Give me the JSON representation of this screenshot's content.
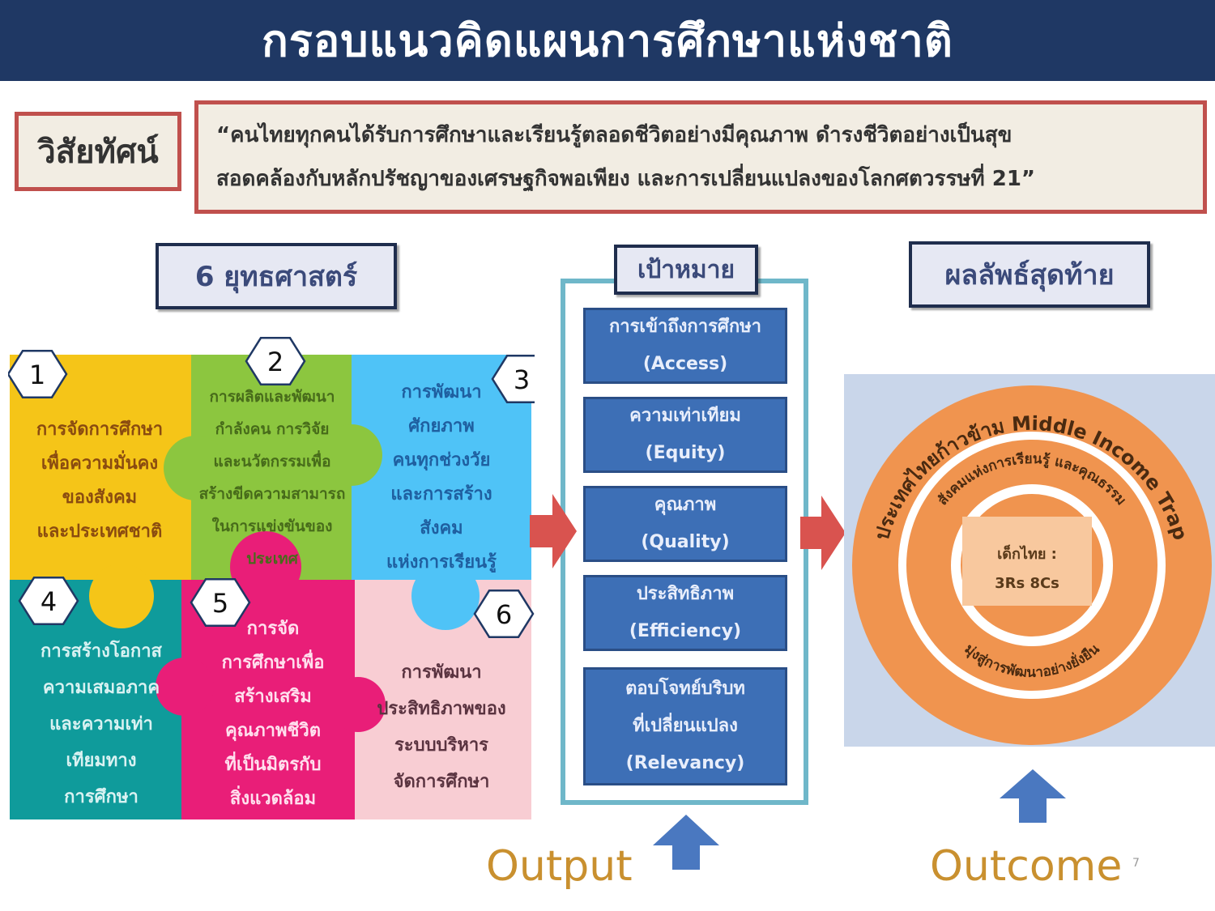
{
  "title": "กรอบแนวคิดแผนการศึกษาแห่งชาติ",
  "vision": {
    "label": "วิสัยทัศน์",
    "line1": "“คนไทยทุกคนได้รับการศึกษาและเรียนรู้ตลอดชีวิตอย่างมีคุณภาพ ดำรงชีวิตอย่างเป็นสุข",
    "line2": "สอดคล้องกับหลักปรัชญาของเศรษฐกิจพอเพียง และการเปลี่ยนแปลงของโลกศตวรรษที่ 21”"
  },
  "strategies": {
    "header": "6 ยุทธศาสตร์",
    "items": [
      {
        "number": "1",
        "color": "#f5c518",
        "lines": [
          "การจัดการศึกษา",
          "เพื่อความมั่นคง",
          "ของสังคม",
          "และประเทศชาติ"
        ]
      },
      {
        "number": "2",
        "color": "#8cc63f",
        "lines": [
          "การผลิตและพัฒนา",
          "กำลังคน การวิจัย",
          "และนวัตกรรมเพื่อ",
          "สร้างขีดความสามารถ",
          "ในการแข่งขันของ",
          "ประเทศ"
        ]
      },
      {
        "number": "3",
        "color": "#4fc3f7",
        "lines": [
          "การพัฒนา",
          "ศักยภาพ",
          "คนทุกช่วงวัย",
          "และการสร้าง",
          "สังคม",
          "แห่งการเรียนรู้"
        ]
      },
      {
        "number": "4",
        "color": "#0f9b9b",
        "lines": [
          "การสร้างโอกาส",
          "ความเสมอภาค",
          "และความเท่า",
          "เทียมทาง",
          "การศึกษา"
        ]
      },
      {
        "number": "5",
        "color": "#e91e78",
        "lines": [
          "การจัด",
          "การศึกษาเพื่อ",
          "สร้างเสริม",
          "คุณภาพชีวิต",
          "ที่เป็นมิตรกับ",
          "สิ่งแวดล้อม"
        ]
      },
      {
        "number": "6",
        "color": "#f8cdd3",
        "lines": [
          "การพัฒนา",
          "ประสิทธิภาพของ",
          "ระบบบริหาร",
          "จัดการศึกษา"
        ]
      }
    ]
  },
  "goals": {
    "header": "เป้าหมาย",
    "items": [
      {
        "thai": "การเข้าถึงการศึกษา",
        "english": "(Access)"
      },
      {
        "thai": "ความเท่าเทียม",
        "english": "(Equity)"
      },
      {
        "thai": "คุณภาพ",
        "english": "(Quality)"
      },
      {
        "thai": "ประสิทธิภาพ",
        "english": "(Efficiency)"
      },
      {
        "thai": "ตอบโจทย์บริบท",
        "thai2": "ที่เปลี่ยนแปลง",
        "english": "(Relevancy)"
      }
    ]
  },
  "outcome": {
    "header": "ผลลัพธ์สุดท้าย",
    "outer_ring_text": "ประเทศไทยก้าวข้าม Middle Income Trap",
    "middle_ring_top": "สังคมแห่งการเรียนรู้ และคุณธรรม",
    "middle_ring_bottom": "มุ่งสู่การพัฒนาอย่างยั่งยืน",
    "core_line1": "เด็กไทย :",
    "core_line2": "3Rs 8Cs"
  },
  "labels": {
    "output": "Output",
    "outcome": "Outcome",
    "page_number": "7"
  },
  "colors": {
    "title_bar": "#1f3864",
    "vision_border": "#c0504d",
    "goal_box": "#3d6fb6",
    "arrow_red": "#d9534f",
    "arrow_blue": "#4a78c0",
    "ring_orange": "#f0944f",
    "label_gold": "#c9902f"
  }
}
